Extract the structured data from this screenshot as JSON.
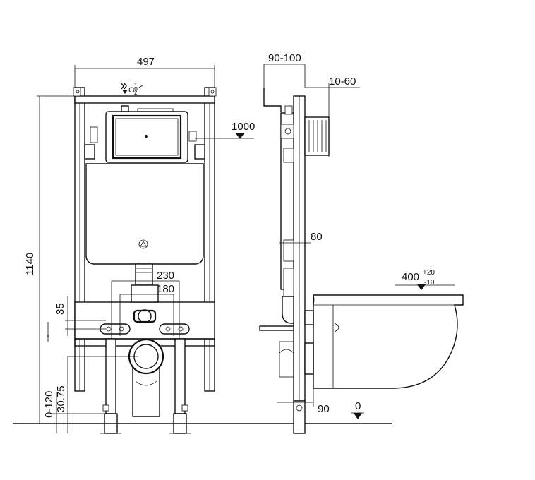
{
  "front_view": {
    "width_497": "497",
    "height_1140": "1140",
    "inlet_symbol_g": "G",
    "inlet_symbol_fraction": "1/2",
    "inlet_fraction_num": "1",
    "inlet_fraction_den": "2",
    "level_1000": "1000",
    "spacing_230": "230",
    "spacing_180": "180",
    "offset_35": "35",
    "range_0_120": "0-120",
    "offset_30_75": "30.75"
  },
  "side_view": {
    "depth_90_100": "90-100",
    "plate_10_60": "10-60",
    "frame_80": "80",
    "height_400": "400",
    "tol_plus": "+20",
    "tol_minus": "-10",
    "offset_90": "90",
    "floor_0": "0"
  }
}
